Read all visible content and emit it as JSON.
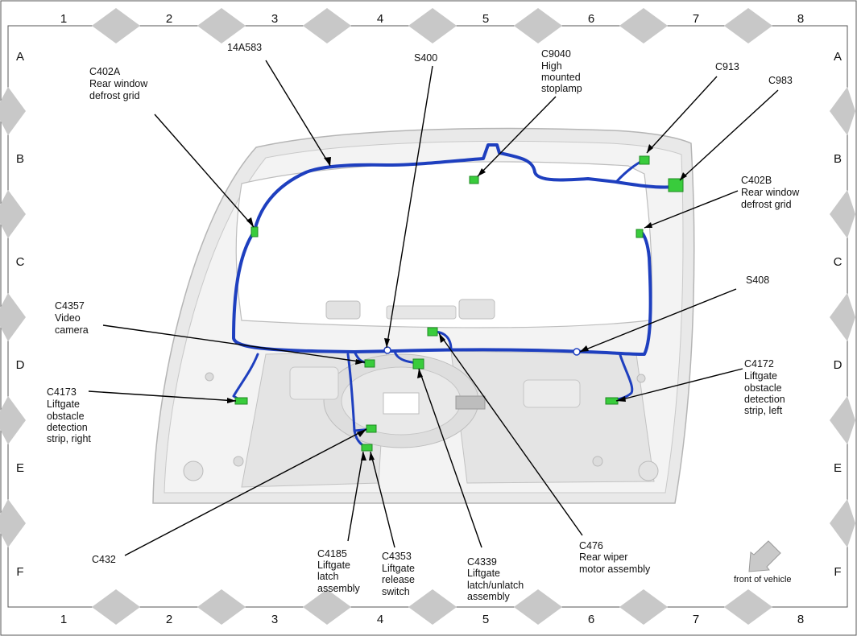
{
  "grid": {
    "columns": [
      "1",
      "2",
      "3",
      "4",
      "5",
      "6",
      "7",
      "8"
    ],
    "rows": [
      "A",
      "B",
      "C",
      "D",
      "E",
      "F"
    ]
  },
  "callouts": {
    "c14a583": [
      "14A583"
    ],
    "s400": [
      "S400"
    ],
    "c9040": [
      "C9040",
      "High",
      "mounted",
      "stoplamp"
    ],
    "c913": [
      "C913"
    ],
    "c983": [
      "C983"
    ],
    "c402a": [
      "C402A",
      "Rear window",
      "defrost grid"
    ],
    "c402b": [
      "C402B",
      "Rear window",
      "defrost grid"
    ],
    "s408": [
      "S408"
    ],
    "c4357": [
      "C4357",
      "Video",
      "camera"
    ],
    "c4172": [
      "C4172",
      "Liftgate",
      "obstacle",
      "detection",
      "strip, left"
    ],
    "c4173": [
      "C4173",
      "Liftgate",
      "obstacle",
      "detection",
      "strip, right"
    ],
    "c432": [
      "C432"
    ],
    "c4185": [
      "C4185",
      "Liftgate",
      "latch",
      "assembly"
    ],
    "c4353": [
      "C4353",
      "Liftgate",
      "release",
      "switch"
    ],
    "c4339": [
      "C4339",
      "Liftgate",
      "latch/unlatch",
      "assembly"
    ],
    "c476": [
      "C476",
      "Rear wiper",
      "motor assembly"
    ]
  },
  "orientation": {
    "label": "front of vehicle"
  },
  "colors": {
    "harness": "#1e3fbf",
    "connector": "#39cc3c",
    "frame_marker": "#c8c8c8",
    "panel": "#eeeeee"
  }
}
